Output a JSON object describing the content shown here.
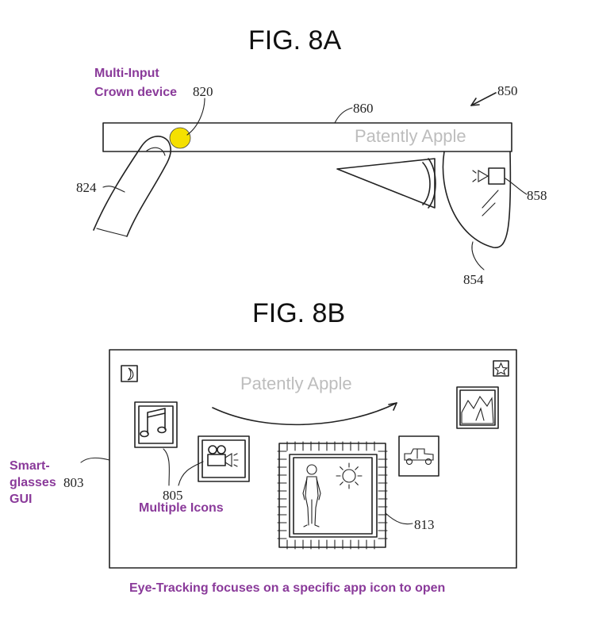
{
  "fig_a": {
    "title": "FIG. 8A",
    "callout_line1": "Multi-Input",
    "callout_line2": "Crown device",
    "ref_820": "820",
    "ref_860": "860",
    "ref_850": "850",
    "ref_824": "824",
    "ref_858": "858",
    "ref_854": "854",
    "watermark": "Patently Apple"
  },
  "fig_b": {
    "title": "FIG. 8B",
    "watermark": "Patently Apple",
    "gui_label_line1": "Smart-",
    "gui_label_line2": "glasses",
    "gui_label_line3": "GUI",
    "ref_803": "803",
    "ref_805": "805",
    "ref_813": "813",
    "icons_caption": "Multiple Icons",
    "caption": "Eye-Tracking focuses on a specific app icon to open"
  },
  "colors": {
    "callout": "#8a3a9a",
    "crown": "#f5e000",
    "ink": "#222222",
    "watermark": "#bdbdbd"
  },
  "icons": [
    "moon-icon",
    "star-icon",
    "music-icon",
    "video-camera-icon",
    "person-icon",
    "sun-icon",
    "jeep-icon",
    "landscape-photo-icon"
  ]
}
